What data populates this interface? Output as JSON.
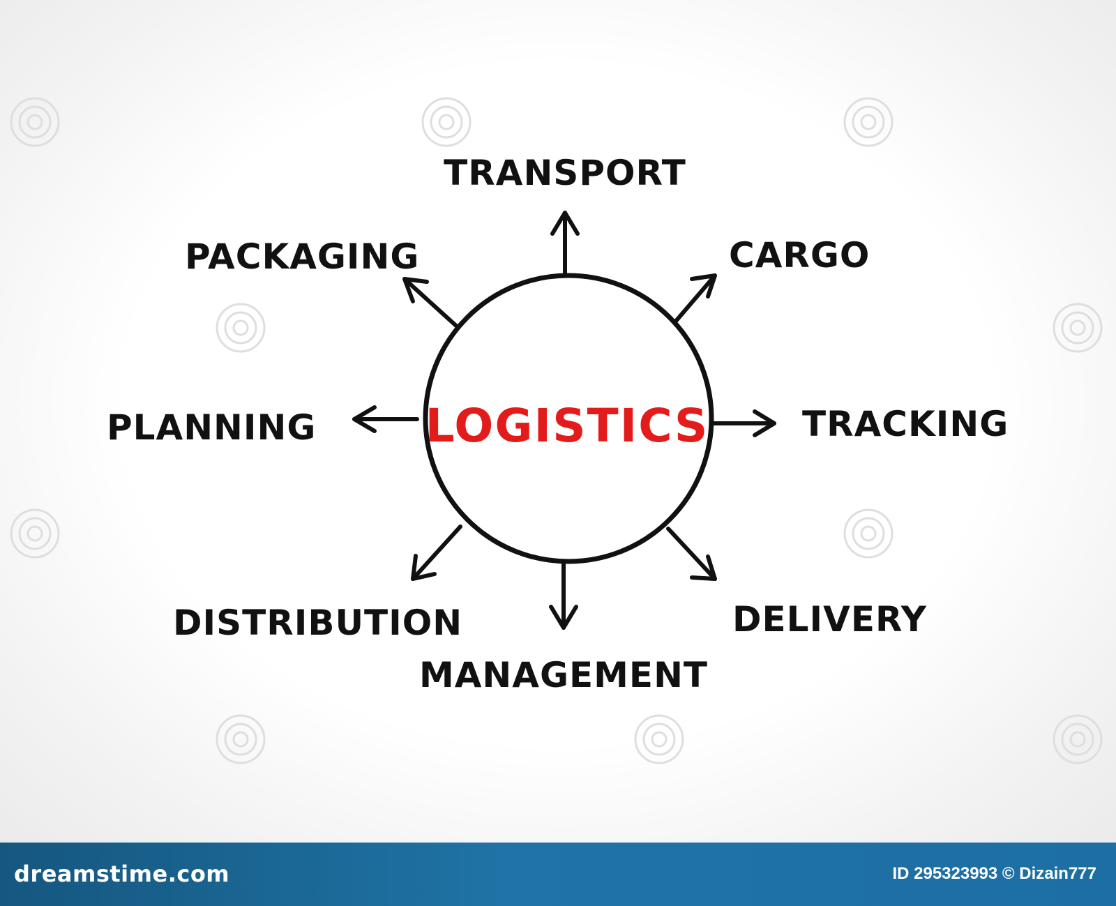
{
  "diagram": {
    "center": "LOGISTICS",
    "nodes": [
      "TRANSPORT",
      "CARGO",
      "TRACKING",
      "DELIVERY",
      "MANAGEMENT",
      "DISTRIBUTION",
      "PLANNING",
      "PACKAGING"
    ]
  },
  "footer": {
    "brand": "dreamstime.com",
    "credit": "ID 295323993 © Dizain777"
  },
  "colors": {
    "center_text": "#e31b1b",
    "text": "#111111",
    "footer_bg": "#1f73a6"
  }
}
